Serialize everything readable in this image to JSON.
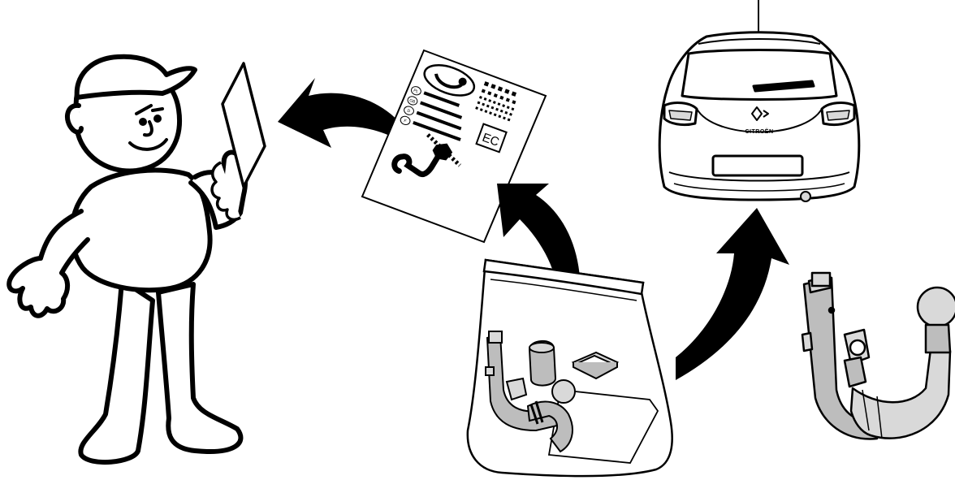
{
  "colors": {
    "background": "#ffffff",
    "ink": "#000000",
    "shade": "#bdbdbd",
    "light_shade": "#d9d9d9"
  },
  "doc_card": {
    "country_codes": [
      "PL",
      "GB",
      "D",
      "F"
    ],
    "ec_mark": "EC"
  },
  "car": {
    "badge_text": "CITROËN"
  },
  "icons": {
    "mechanic": "mechanic-figure-icon",
    "certificate": "certificate-document-icon",
    "kit_bag": "towbar-kit-bag-icon",
    "car_rear": "car-rear-icon",
    "towbar": "towbar-icon",
    "arrow": "curved-arrow-icon"
  }
}
